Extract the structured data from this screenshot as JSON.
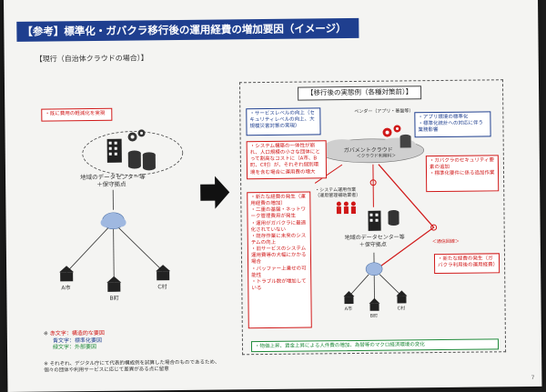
{
  "title": "【参考】標準化・ガバクラ移行後の運用経費の増加要因（イメージ）",
  "left": {
    "heading": "【現行（自治体クラウドの場合）】",
    "red_note": "・既に費用の軽減化を実現",
    "datacenter_label": "地域のデータセンター等",
    "datacenter_sub": "＋保守拠点",
    "city_a": "A市",
    "city_b": "B町",
    "city_c": "C村"
  },
  "right": {
    "subtitle": "【移行後の実態例（各種対策前）】",
    "service_note": "・サービスレベルの向上（セキュリティレベルの向上、大規模災害対策の実現）",
    "app_vendor_label": "ベンダー（アプリ・基盤等）",
    "blue_top": [
      "・アプリ環境の標準化",
      "・標準化統計への対応に伴う業務影響"
    ],
    "red_left_1": "・システム構築の一体性が崩れ、人口規模の小さな団体にとって割高なコストに（A市、B町、C村）が、それぞれ個別環境を含む場合に運用費の増大",
    "gov_cloud": "ガバメントクラウド",
    "gov_cloud_sub": "＜クラウド利用料＞",
    "red_left_2": [
      "・新たな経費の発生（運用経費の増加）",
      "・二重の基盤・ネットワーク管理費用が発生",
      "・運用がガバクラに最適化されていない",
      "・既存作業に未来のシステムの向上",
      "・旧サービスのシステム運用費等の大幅にかかる場合",
      "・バッファー上乗せの可能性",
      "・トラブル数が増加している"
    ],
    "vendor_mid_label": "・システム運用作業（運用管理補助業者）",
    "red_right_1": [
      "・ガバクラのセキュリティ要素の追加",
      "・標準化要件に係る追加作業"
    ],
    "red_right_2": "・新たな経費の発生（ガバクラ利用後の運用経費）",
    "wan_label": "＜通信回線＞",
    "datacenter_label": "地域のデータセンター等",
    "datacenter_sub": "＋保守拠点",
    "city_a": "A市",
    "city_b": "B町",
    "city_c": "C村",
    "green_bottom": "・物価上昇、賃金上昇による人件費の増加、為替等のマクロ経済環境の変化"
  },
  "legend": [
    {
      "mark": "※",
      "prefix": "赤文字：",
      "text": "構造的な要因"
    },
    {
      "mark": "",
      "prefix": "青文字：",
      "text": "標準化要因"
    },
    {
      "mark": "",
      "prefix": "緑文字：",
      "text": "外部要因"
    }
  ],
  "footnote": "※ それぞれ、デジタル庁にて代表的構成例を試算した場合のものであるため、個々の団体や利用サービスに応じて差異がある点に留意",
  "page_number": "7",
  "colors": {
    "title_bg": "#1f3f8f",
    "red": "#d01818",
    "blue": "#1f3f8f",
    "green": "#1f8a3a"
  }
}
